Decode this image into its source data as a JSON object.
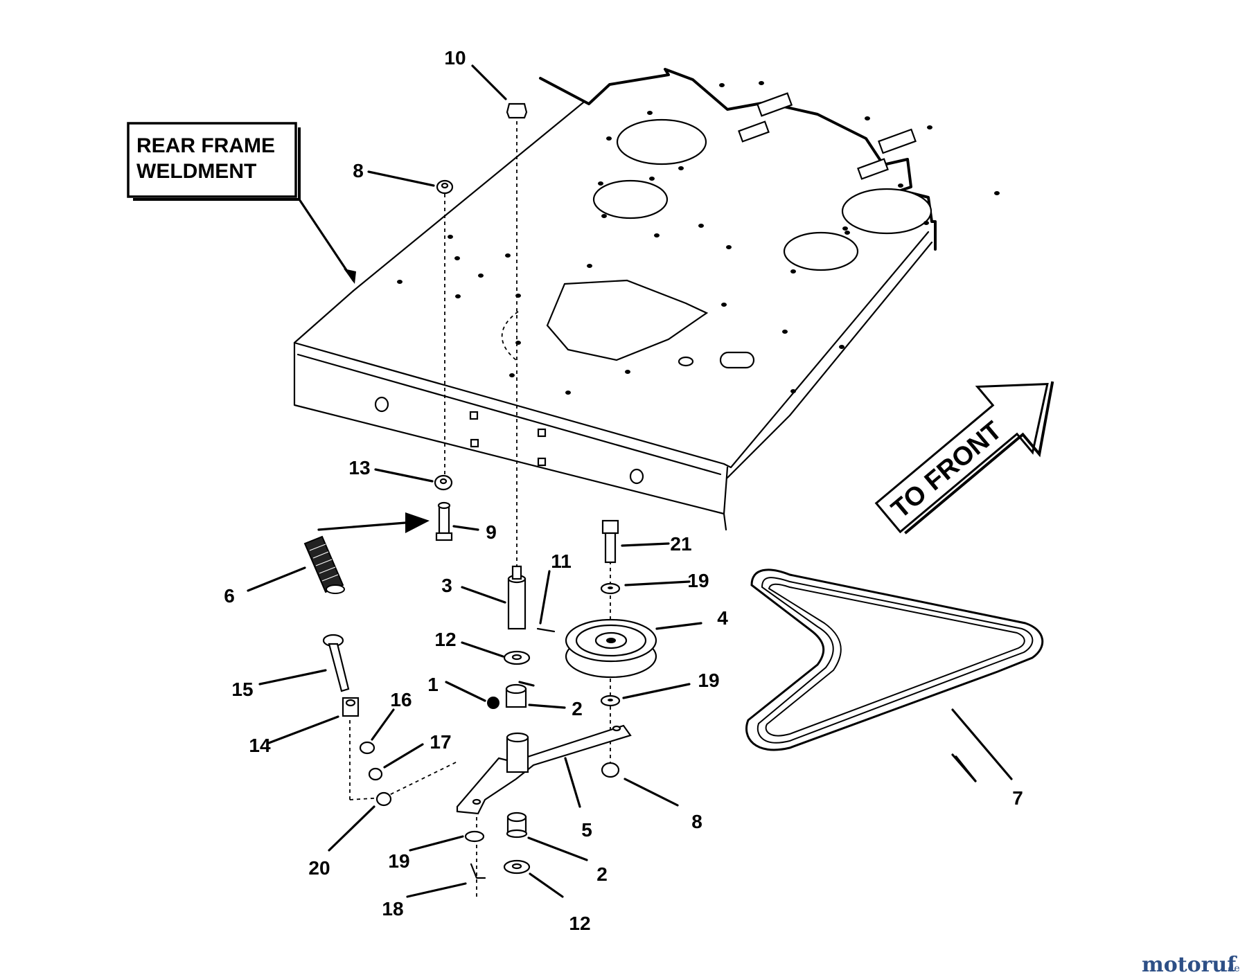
{
  "callout_box": {
    "line1": "REAR FRAME",
    "line2": "WELDMENT"
  },
  "direction_arrow": {
    "label": "TO FRONT"
  },
  "part_labels": {
    "p10": "10",
    "p8a": "8",
    "p13": "13",
    "p9": "9",
    "p21": "21",
    "p6": "6",
    "p11": "11",
    "p3": "3",
    "p19a": "19",
    "p4": "4",
    "p12a": "12",
    "p19b": "19",
    "p1": "1",
    "p15": "15",
    "p2a": "2",
    "p16": "16",
    "p14": "14",
    "p17": "17",
    "p7": "7",
    "p5": "5",
    "p8b": "8",
    "p20": "20",
    "p19c": "19",
    "p2b": "2",
    "p18": "18",
    "p12b": "12"
  },
  "watermark": {
    "main": "motoruf",
    "sub": ".de"
  }
}
